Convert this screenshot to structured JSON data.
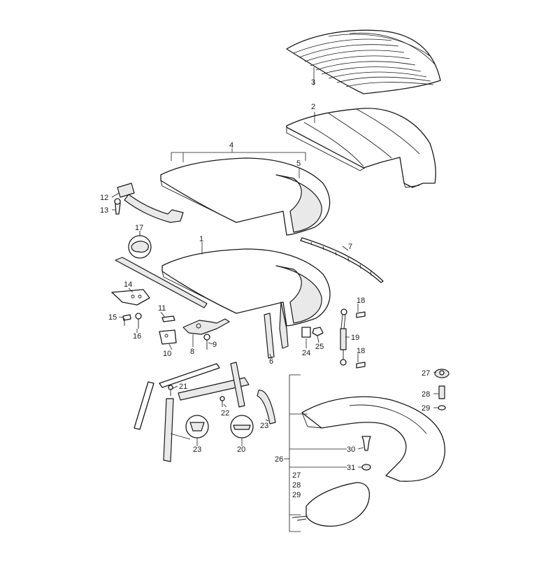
{
  "callouts": {
    "c1": "1",
    "c2": "2",
    "c3": "3",
    "c4": "4",
    "c5": "5",
    "c6": "6",
    "c7": "7",
    "c8": "8",
    "c9": "9",
    "c10": "10",
    "c11": "11",
    "c12": "12",
    "c13": "13",
    "c14": "14",
    "c15": "15",
    "c16": "16",
    "c17": "17",
    "c18a": "18",
    "c18b": "18",
    "c19": "19",
    "c20": "20",
    "c21": "21",
    "c22": "22",
    "c23a": "23",
    "c23b": "23",
    "c24": "24",
    "c25": "25",
    "c26": "26",
    "c27a": "27",
    "c28a": "28",
    "c29a": "29",
    "c30": "30",
    "c31": "31",
    "c27b": "27",
    "c28b": "28",
    "c29b": "29"
  }
}
